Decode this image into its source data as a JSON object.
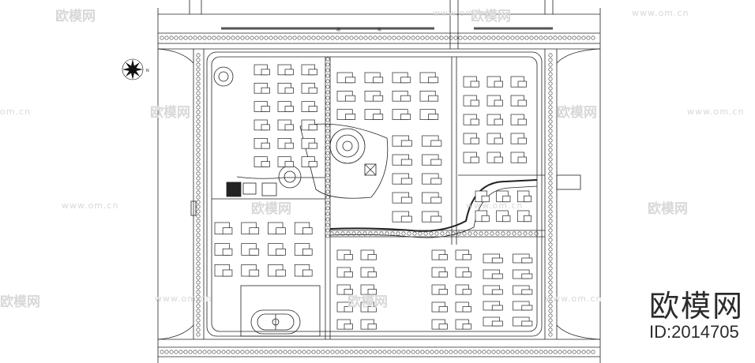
{
  "watermark": {
    "url": "www.om.cn",
    "brand": "欧模网",
    "url_short": "om.cn"
  },
  "brand_box": {
    "name": "欧模网",
    "id_text": "ID:2014705"
  },
  "plan": {
    "north_label": "N",
    "road_labels": [
      "路",
      "街"
    ]
  },
  "colors": {
    "line": "#222222",
    "watermark": "#d8d8d8",
    "brand": "#2b2b2b"
  }
}
